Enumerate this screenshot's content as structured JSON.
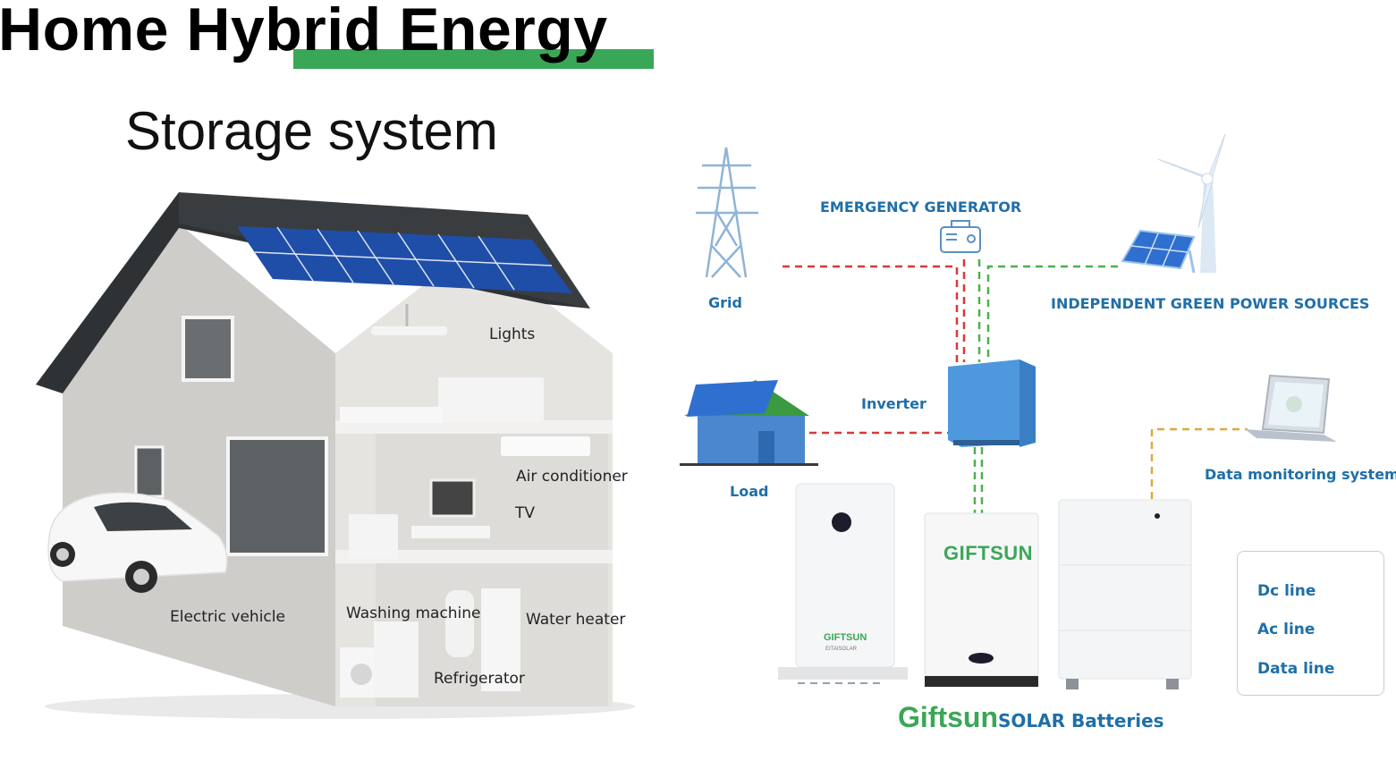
{
  "header": {
    "title": "Home Hybrid Energy",
    "subtitle": "Storage system"
  },
  "colors": {
    "title_bar": "#3aa757",
    "label_blue": "#1f6fa8",
    "dc_line": "#4cb04c",
    "ac_line": "#d73a3a",
    "data_line": "#e0a83a",
    "brand_green": "#3aa757",
    "brand_orange": "#f0a020",
    "roof": "#2f3235",
    "solar": "#2457b8"
  },
  "house": {
    "labels": {
      "lights": "Lights",
      "air_conditioner": "Air conditioner",
      "tv": "TV",
      "electric_vehicle": "Electric vehicle",
      "washing_machine": "Washing machine",
      "water_heater": "Water heater",
      "refrigerator": "Refrigerator"
    }
  },
  "diagram": {
    "labels": {
      "grid": "Grid",
      "emergency_generator": "EMERGENCY GENERATOR",
      "green_sources": "INDEPENDENT GREEN POWER SOURCES",
      "inverter": "Inverter",
      "load": "Load",
      "data_monitoring": "Data monitoring system"
    },
    "battery_brand": "GIFTSUN",
    "battery_small_brand": "GIFTSUN",
    "battery_small_sub": "EITAISOLAR",
    "caption": {
      "brand": "Giftsun",
      "suffix": "SOLAR Batteries"
    }
  },
  "legend": {
    "items": [
      {
        "label": "Dc line",
        "color": "#4cb04c"
      },
      {
        "label": "Ac line",
        "color": "#d73a3a"
      },
      {
        "label": "Data line",
        "color": "#e0a83a"
      }
    ]
  },
  "icons": [
    "transmission-tower-icon",
    "generator-icon",
    "wind-turbine-icon",
    "solar-panel-icon",
    "house-icon",
    "inverter-icon",
    "laptop-icon",
    "battery-icon",
    "car-icon"
  ]
}
